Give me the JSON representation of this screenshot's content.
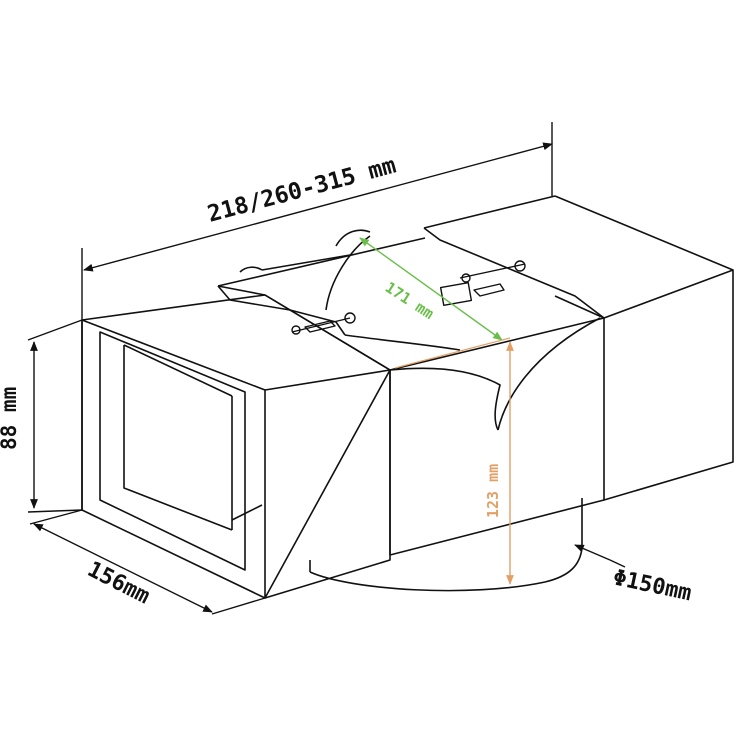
{
  "dimensions": {
    "length": "218/260-315 mm",
    "height": "88 mm",
    "width": "156mm",
    "diameter": "Φ150mm",
    "arc_width": "171 mm",
    "outlet_height": "123 mm"
  },
  "colors": {
    "line": "#111111",
    "arc_dimension": "#6abf4b",
    "outlet_dimension": "#e3a066",
    "background": "#ffffff"
  }
}
